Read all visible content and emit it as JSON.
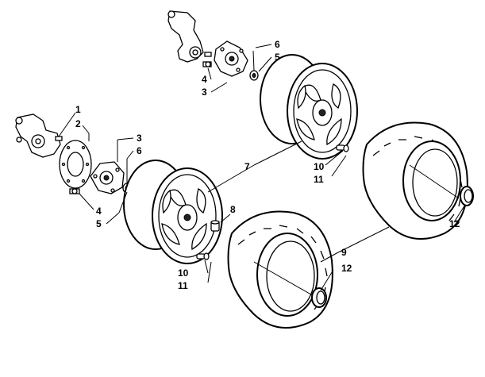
{
  "callouts": {
    "c1": "1",
    "c2": "2",
    "c3a": "3",
    "c6a": "6",
    "c4a": "4",
    "c5a": "5",
    "c6b": "6",
    "c5b": "5",
    "c4b": "4",
    "c3b": "3",
    "c7": "7",
    "c8": "8",
    "c10a": "10",
    "c11a": "11",
    "c10b": "10",
    "c11b": "11",
    "c9": "9",
    "c12a": "12",
    "c12b": "12"
  }
}
